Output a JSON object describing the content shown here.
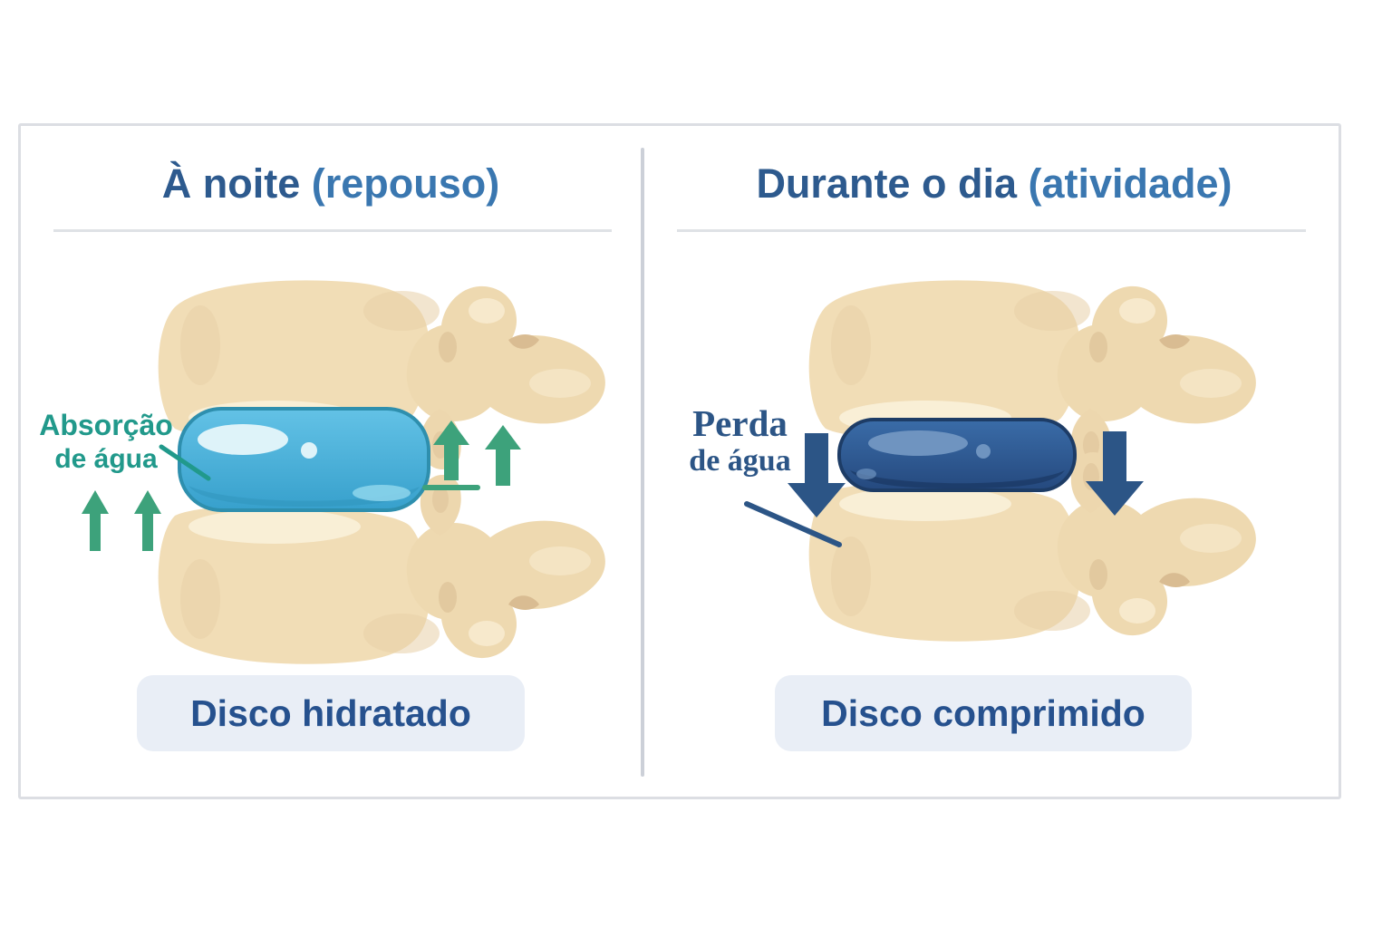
{
  "diagram": {
    "language": "pt",
    "panels": [
      {
        "id": "night",
        "title": "À noite",
        "title_note": "(repouso)",
        "annotation_line1": "Absorção",
        "annotation_line2": "de água",
        "badge": "Disco hidratado",
        "disc_state": "hydrated",
        "arrow_direction": "up"
      },
      {
        "id": "day",
        "title": "Durante o dia",
        "title_note": "(atividade)",
        "annotation_line1": "Perda",
        "annotation_line2": "de água",
        "badge": "Disco comprimido",
        "disc_state": "compressed",
        "arrow_direction": "down"
      }
    ]
  },
  "icons": {
    "left_arrows": "green-up-arrow-icon",
    "right_arrows": "navy-down-arrow-icon",
    "left_disc": "hydrated-disc-icon",
    "right_disc": "compressed-disc-icon",
    "bones": "vertebra-illustration"
  },
  "colors": {
    "title_navy": "#2d5a8e",
    "title_note": "#3a77b0",
    "rule_gray": "#dfe2e6",
    "frame_border": "#dcdee3",
    "divider_gray": "#ccd0d8",
    "teal": "#21998b",
    "green_arrow": "#3da27b",
    "navy": "#2c5586",
    "badge_bg": "#e9eef6",
    "badge_text": "#26518e",
    "bone": "#f1ddb6",
    "disc_hydrated_top": "#63c2e6",
    "disc_hydrated_bottom": "#37a0cc",
    "disc_compressed_top": "#3a6ca8",
    "disc_compressed_bottom": "#25497e"
  }
}
